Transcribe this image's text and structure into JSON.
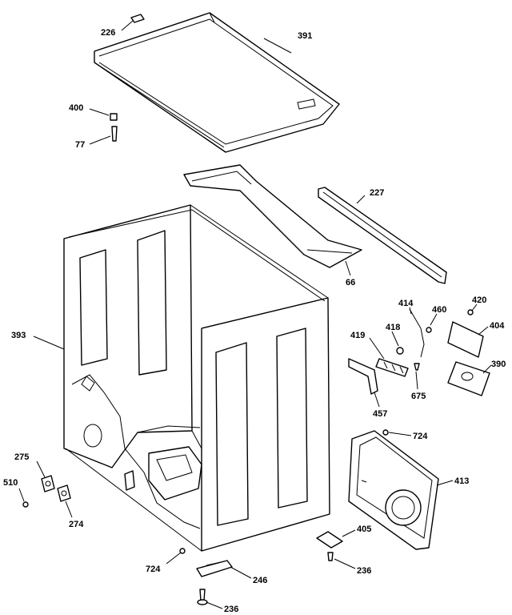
{
  "labels": {
    "p226": "226",
    "p391": "391",
    "p400": "400",
    "p77": "77",
    "p227": "227",
    "p66": "66",
    "p393": "393",
    "p414": "414",
    "p460": "460",
    "p420": "420",
    "p404": "404",
    "p418": "418",
    "p419": "419",
    "p390": "390",
    "p675": "675",
    "p457": "457",
    "p724a": "724",
    "p275": "275",
    "p510": "510",
    "p274": "274",
    "p413": "413",
    "p405": "405",
    "p724b": "724",
    "p236a": "236",
    "p246": "246",
    "p236b": "236"
  }
}
